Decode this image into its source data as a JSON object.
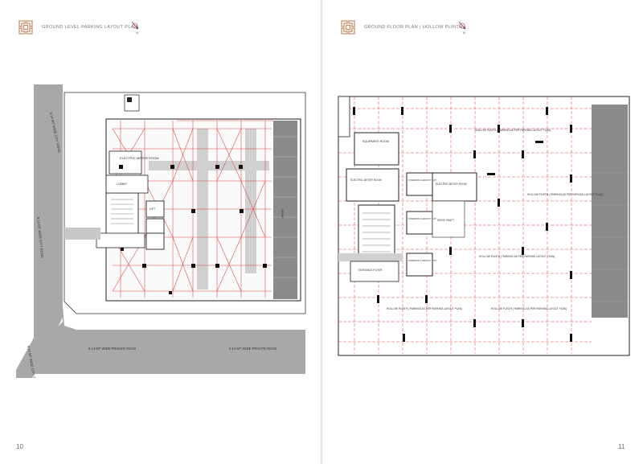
{
  "left_page": {
    "title": "GROUND LEVEL PARKING LAYOUT PLAN",
    "page_number": "10",
    "roads": {
      "road_diagonal_top": "9.14 MT WIDE CITY ROAD",
      "road_diagonal_mid": "9.14 MT WIDE CITY ROAD",
      "road_diagonal_bottom": "9.14 MT WIDE CITY ROAD",
      "road_private_1": "9.14 MT WIDE  PRIVATE ROAD",
      "road_private_2": "9.14 MT WIDE  PRIVATE ROAD"
    },
    "room_labels": {
      "electric_meter": "ELECTRIC METER ROOM",
      "lobby": "LOBBY",
      "lift": "LIFT",
      "ramp": "RAMP"
    }
  },
  "right_page": {
    "title": "GROUND FLOOR PLAN ( HOLLOW PLINTH )",
    "page_number": "11",
    "room_labels": {
      "equipment_room": "EQUIPMENT ROOM",
      "electric_meter_1": "ELECTRIC METER ROOM",
      "electric_meter_2": "ELECTRIC METER ROOM",
      "lift_1": "8 PERSON CAPACITY LIFT",
      "lift_2": "8 PERSON CAPACITY LIFT",
      "lift_3": "8 PERSON CAPACITY LIFT",
      "entrance_foyer": "ENTRANCE FOYER",
      "drive_shaft": "DRIVE SHAFT"
    },
    "notes": {
      "hollow_1": "HOLLOW PLINTH ( PARKING AS PER PARKING LAYOUT PLAN)",
      "hollow_2": "HOLLOW PLINTH ( PARKING AS PER PARKING LAYOUT PLAN)",
      "hollow_3": "HOLLOW PLINTH ( PARKING AS PER PARKING LAYOUT PLAN)",
      "hollow_4": "HOLLOW PLINTH ( PARKING AS PER PARKING LAYOUT PLAN)",
      "hollow_5": "HOLLOW PLINTH ( PARKING AS PER PARKING LAYOUT PLAN)"
    }
  },
  "colors": {
    "logo": "#c8906a",
    "red_lines": "#e04040",
    "road": "#a8a8a8",
    "ramp": "#8a8a8a",
    "walls": "#111111"
  }
}
